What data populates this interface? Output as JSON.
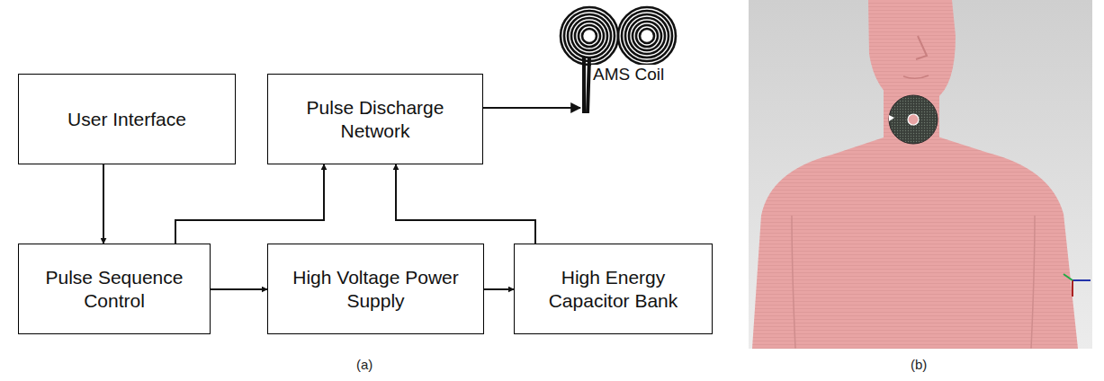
{
  "diagram": {
    "nodes": [
      {
        "text": [
          "User Interface"
        ]
      },
      {
        "text": [
          "Pulse Discharge Network"
        ]
      },
      {
        "text": [
          "AMS Coil"
        ]
      },
      {
        "text": [
          "Pulse Sequence Control"
        ]
      },
      {
        "text": [
          "High Voltage Power Supply"
        ]
      },
      {
        "text": [
          "High Energy Capacitor Bank"
        ]
      }
    ],
    "edges": [
      {
        "from": 0,
        "to": 3,
        "arrow": "to"
      },
      {
        "from": 3,
        "to": 1,
        "arrow": "to"
      },
      {
        "from": 3,
        "to": 4,
        "arrow": "to"
      },
      {
        "from": 4,
        "to": 5,
        "arrow": "to"
      },
      {
        "from": 5,
        "to": 1,
        "arrow": "to"
      },
      {
        "from": 1,
        "to": 2,
        "arrow": "to"
      }
    ],
    "labels": [
      "(a)",
      "(b)"
    ]
  }
}
